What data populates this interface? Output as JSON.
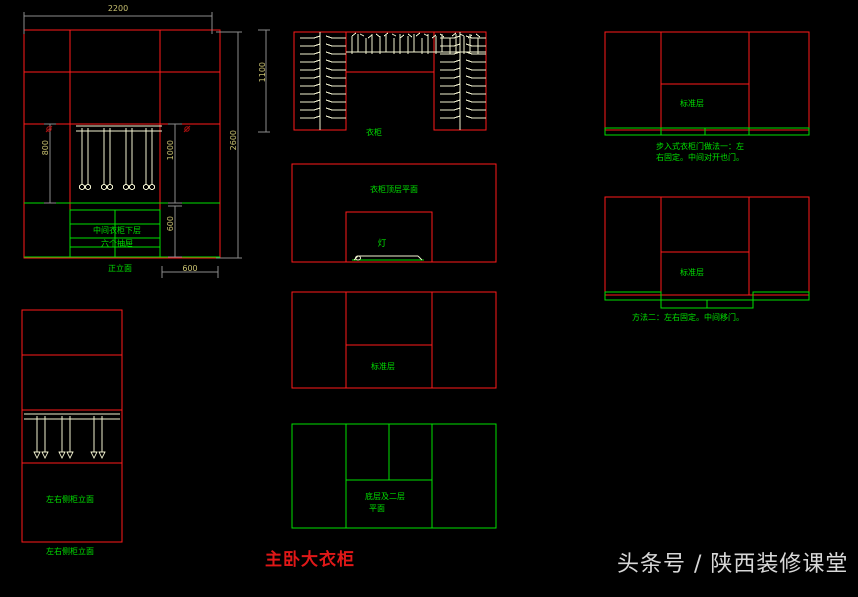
{
  "page": {
    "title": "主卧大衣柜",
    "watermark": "头条号 / 陕西装修课堂",
    "background_color": "#000000"
  },
  "colors": {
    "cabinet_red": "#ff1a1a",
    "shelf_green": "#00e000",
    "rod_white": "#f2f2d0",
    "dimension": "#c8c070",
    "title_red": "#e01818",
    "watermark_gray": "#d8d8d8"
  },
  "drawings": {
    "front_elevation": {
      "name": "正立面",
      "caption": "正立面",
      "note_line1": "中间衣柜下层",
      "note_line2": "六个抽屉",
      "dimensions": {
        "width_top": "2200",
        "height_right": "2600",
        "left_inner": "800",
        "mid_inner": "1000",
        "drawer_zone": "600",
        "depth_bottom": "600"
      }
    },
    "side_elevation": {
      "name": "左右侧柜立面",
      "inner_label": "左右侧柜立面",
      "caption": "左右侧柜立面"
    },
    "hanger_plan": {
      "name": "衣柜",
      "caption": "衣柜",
      "dimension_height": "1100"
    },
    "top_layer_plan": {
      "name": "衣柜顶层平面",
      "caption": "衣柜顶层平面",
      "light_label": "灯"
    },
    "standard_layer_plan": {
      "name": "标准层",
      "caption": "标准层"
    },
    "ground_second_plan": {
      "name": "底层及二层平面",
      "caption_line1": "底层及二层",
      "caption_line2": "平面"
    },
    "door_option_1": {
      "name": "步入式衣柜门做法一",
      "inner_label": "标准层",
      "caption_line1": "步入式衣柜门做法一：左",
      "caption_line2": "右固定。中间对开也门。"
    },
    "door_option_2": {
      "name": "方法二",
      "inner_label": "标准层",
      "caption": "方法二：左右固定。中间移门。"
    }
  }
}
